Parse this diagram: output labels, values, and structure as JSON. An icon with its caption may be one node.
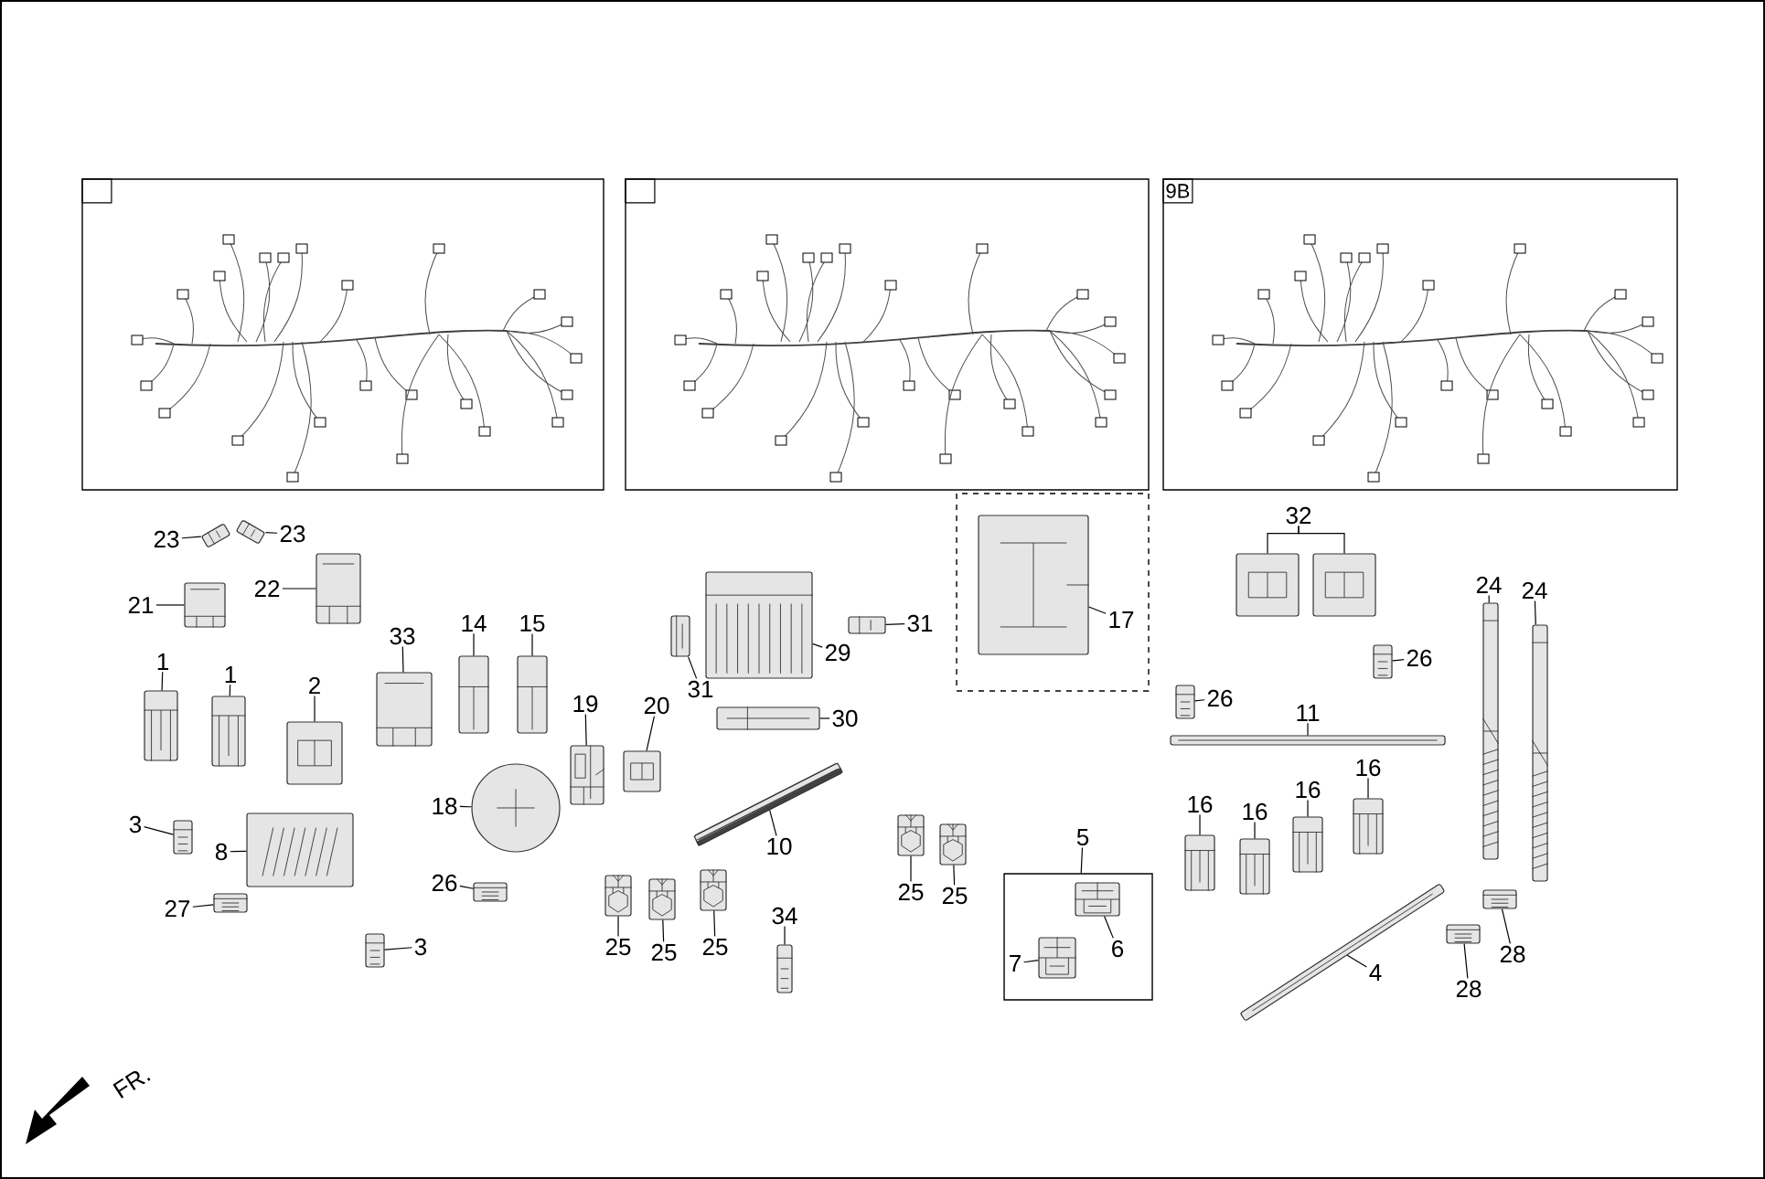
{
  "diagram": {
    "nodes": [
      {
        "text": [],
        "shape": "box"
      },
      {
        "text": [],
        "shape": "box"
      },
      {
        "text": [
          "9B"
        ]
      },
      {
        "text": [
          "23"
        ]
      },
      {
        "text": [],
        "shape": "picture"
      },
      {
        "text": [
          "23"
        ]
      },
      {
        "text": [],
        "shape": "picture"
      },
      {
        "text": [
          "22"
        ]
      },
      {
        "text": [],
        "shape": "picture"
      },
      {
        "text": [
          "21"
        ]
      },
      {
        "text": [],
        "shape": "picture"
      },
      {
        "text": [
          "1"
        ]
      },
      {
        "text": [],
        "shape": "picture"
      },
      {
        "text": [
          "1"
        ]
      },
      {
        "text": [],
        "shape": "picture"
      },
      {
        "text": [
          "2"
        ]
      },
      {
        "text": [],
        "shape": "picture"
      },
      {
        "text": [
          "33"
        ]
      },
      {
        "text": [],
        "shape": "picture"
      },
      {
        "text": [
          "14"
        ]
      },
      {
        "text": [],
        "shape": "picture"
      },
      {
        "text": [
          "15"
        ]
      },
      {
        "text": [],
        "shape": "picture"
      },
      {
        "text": [
          "19"
        ]
      },
      {
        "text": [],
        "shape": "picture"
      },
      {
        "text": [
          "20"
        ]
      },
      {
        "text": [],
        "shape": "picture"
      },
      {
        "text": [
          "3"
        ]
      },
      {
        "text": [],
        "shape": "picture"
      },
      {
        "text": [
          "8"
        ]
      },
      {
        "text": [],
        "shape": "picture"
      },
      {
        "text": [
          "27"
        ]
      },
      {
        "text": [],
        "shape": "picture"
      },
      {
        "text": [
          "18"
        ]
      },
      {
        "text": [],
        "shape": "picture"
      },
      {
        "text": [
          "26"
        ]
      },
      {
        "text": [],
        "shape": "picture"
      },
      {
        "text": [
          "3"
        ]
      },
      {
        "text": [],
        "shape": "picture"
      },
      {
        "text": [
          "29"
        ]
      },
      {
        "text": [],
        "shape": "picture"
      },
      {
        "text": [
          "31"
        ]
      },
      {
        "text": [],
        "shape": "picture"
      },
      {
        "text": [
          "31"
        ]
      },
      {
        "text": [],
        "shape": "picture"
      },
      {
        "text": [
          "30"
        ]
      },
      {
        "text": [],
        "shape": "picture"
      },
      {
        "text": [
          "10"
        ]
      },
      {
        "text": [],
        "shape": "picture"
      },
      {
        "text": [
          "25"
        ]
      },
      {
        "text": [],
        "shape": "picture"
      },
      {
        "text": [
          "25"
        ]
      },
      {
        "text": [],
        "shape": "picture"
      },
      {
        "text": [
          "25"
        ]
      },
      {
        "text": [],
        "shape": "picture"
      },
      {
        "text": [
          "25"
        ]
      },
      {
        "text": [],
        "shape": "picture"
      },
      {
        "text": [
          "25"
        ]
      },
      {
        "text": [],
        "shape": "picture"
      },
      {
        "text": [
          "34"
        ]
      },
      {
        "text": [],
        "shape": "picture"
      },
      {
        "text": [],
        "shape": "box"
      },
      {
        "text": [
          "17"
        ],
        "in": 61
      },
      {
        "text": [],
        "shape": "picture",
        "in": 61
      },
      {
        "text": [
          "5"
        ]
      },
      {
        "text": [],
        "shape": "box"
      },
      {
        "text": [
          "6"
        ],
        "in": 65
      },
      {
        "text": [],
        "shape": "picture",
        "in": 65
      },
      {
        "text": [
          "7"
        ],
        "in": 65
      },
      {
        "text": [],
        "shape": "picture",
        "in": 65
      },
      {
        "text": [
          "32"
        ]
      },
      {
        "text": [],
        "shape": "picture"
      },
      {
        "text": [],
        "shape": "picture"
      },
      {
        "text": [
          "26"
        ]
      },
      {
        "text": [],
        "shape": "picture"
      },
      {
        "text": [
          "26"
        ]
      },
      {
        "text": [],
        "shape": "picture"
      },
      {
        "text": [
          "11"
        ]
      },
      {
        "text": [],
        "shape": "picture"
      },
      {
        "text": [
          "24"
        ]
      },
      {
        "text": [],
        "shape": "picture"
      },
      {
        "text": [
          "24"
        ]
      },
      {
        "text": [],
        "shape": "picture"
      },
      {
        "text": [
          "16"
        ]
      },
      {
        "text": [],
        "shape": "picture"
      },
      {
        "text": [
          "16"
        ]
      },
      {
        "text": [],
        "shape": "picture"
      },
      {
        "text": [
          "16"
        ]
      },
      {
        "text": [],
        "shape": "picture"
      },
      {
        "text": [
          "16"
        ]
      },
      {
        "text": [],
        "shape": "picture"
      },
      {
        "text": [
          "4"
        ]
      },
      {
        "text": [],
        "shape": "picture"
      },
      {
        "text": [
          "28"
        ]
      },
      {
        "text": [],
        "shape": "picture"
      },
      {
        "text": [
          "28"
        ]
      },
      {
        "text": [],
        "shape": "picture"
      }
    ],
    "edges": [
      {
        "from": 3,
        "to": 4,
        "arrow": "none"
      },
      {
        "from": 5,
        "to": 6,
        "arrow": "none"
      },
      {
        "from": 7,
        "to": 8,
        "arrow": "none"
      },
      {
        "from": 9,
        "to": 10,
        "arrow": "none"
      },
      {
        "from": 11,
        "to": 12,
        "arrow": "none"
      },
      {
        "from": 13,
        "to": 14,
        "arrow": "none"
      },
      {
        "from": 15,
        "to": 16,
        "arrow": "none"
      },
      {
        "from": 17,
        "to": 18,
        "arrow": "none"
      },
      {
        "from": 19,
        "to": 20,
        "arrow": "none"
      },
      {
        "from": 21,
        "to": 22,
        "arrow": "none"
      },
      {
        "from": 23,
        "to": 24,
        "arrow": "none"
      },
      {
        "from": 25,
        "to": 26,
        "arrow": "none"
      },
      {
        "from": 27,
        "to": 28,
        "arrow": "none"
      },
      {
        "from": 29,
        "to": 30,
        "arrow": "none"
      },
      {
        "from": 31,
        "to": 32,
        "arrow": "none"
      },
      {
        "from": 33,
        "to": 34,
        "arrow": "none"
      },
      {
        "from": 35,
        "to": 36,
        "arrow": "none"
      },
      {
        "from": 37,
        "to": 38,
        "arrow": "none"
      },
      {
        "from": 39,
        "to": 40,
        "arrow": "none"
      },
      {
        "from": 41,
        "to": 42,
        "arrow": "none"
      },
      {
        "from": 43,
        "to": 44,
        "arrow": "none"
      },
      {
        "from": 45,
        "to": 46,
        "arrow": "none"
      },
      {
        "from": 47,
        "to": 48,
        "arrow": "none"
      },
      {
        "from": 49,
        "to": 50,
        "arrow": "none"
      },
      {
        "from": 51,
        "to": 52,
        "arrow": "none"
      },
      {
        "from": 53,
        "to": 54,
        "arrow": "none"
      },
      {
        "from": 55,
        "to": 56,
        "arrow": "none"
      },
      {
        "from": 57,
        "to": 58,
        "arrow": "none"
      },
      {
        "from": 59,
        "to": 60,
        "arrow": "none"
      },
      {
        "from": 62,
        "to": 63,
        "arrow": "none"
      },
      {
        "from": 64,
        "to": 65,
        "arrow": "none"
      },
      {
        "from": 66,
        "to": 67,
        "arrow": "none"
      },
      {
        "from": 68,
        "to": 69,
        "arrow": "none"
      },
      {
        "from": 70,
        "to": 71,
        "arrow": "none"
      },
      {
        "from": 70,
        "to": 72,
        "arrow": "none"
      },
      {
        "from": 73,
        "to": 74,
        "arrow": "none"
      },
      {
        "from": 75,
        "to": 76,
        "arrow": "none"
      },
      {
        "from": 77,
        "to": 78,
        "arrow": "none"
      },
      {
        "from": 79,
        "to": 80,
        "arrow": "none"
      },
      {
        "from": 81,
        "to": 82,
        "arrow": "none"
      },
      {
        "from": 83,
        "to": 84,
        "arrow": "none"
      },
      {
        "from": 85,
        "to": 86,
        "arrow": "none"
      },
      {
        "from": 87,
        "to": 88,
        "arrow": "none"
      },
      {
        "from": 89,
        "to": 90,
        "arrow": "none"
      },
      {
        "from": 91,
        "to": 92,
        "arrow": "none"
      },
      {
        "from": 93,
        "to": 94,
        "arrow": "none"
      },
      {
        "from": 95,
        "to": 96,
        "arrow": "none"
      }
    ],
    "labels": [
      "FR."
    ]
  }
}
